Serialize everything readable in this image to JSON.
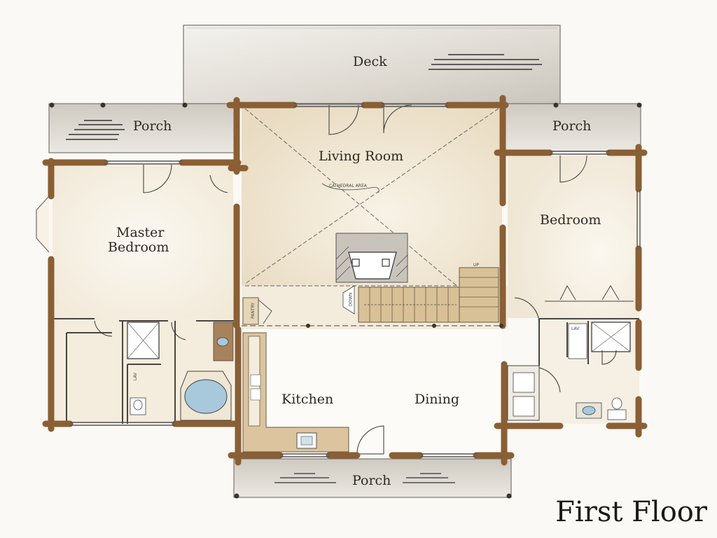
{
  "rooms": {
    "deck": "Deck",
    "porch_left": "Porch",
    "porch_right": "Porch",
    "porch_bottom": "Porch",
    "living_room": "Living Room",
    "master_bedroom_line1": "Master",
    "master_bedroom_line2": "Bedroom",
    "bedroom": "Bedroom",
    "kitchen": "Kitchen",
    "dining": "Dining"
  },
  "small_labels": {
    "cathedral": "CATHEDRAL AREA",
    "pantry": "PANTRY",
    "down": "DOWN",
    "up": "UP",
    "lav_left": "LAV",
    "lav_right": "LAV"
  },
  "title": "First Floor",
  "colors": {
    "log_wall": "#8a5f34",
    "deck_fill": "#dcd8d0",
    "porch_fill": "#c2bdb4",
    "living_fill": "#ede2cc",
    "room_fill": "#f6efe2",
    "tub": "#a7c8dc",
    "stair": "#dcc49e"
  }
}
